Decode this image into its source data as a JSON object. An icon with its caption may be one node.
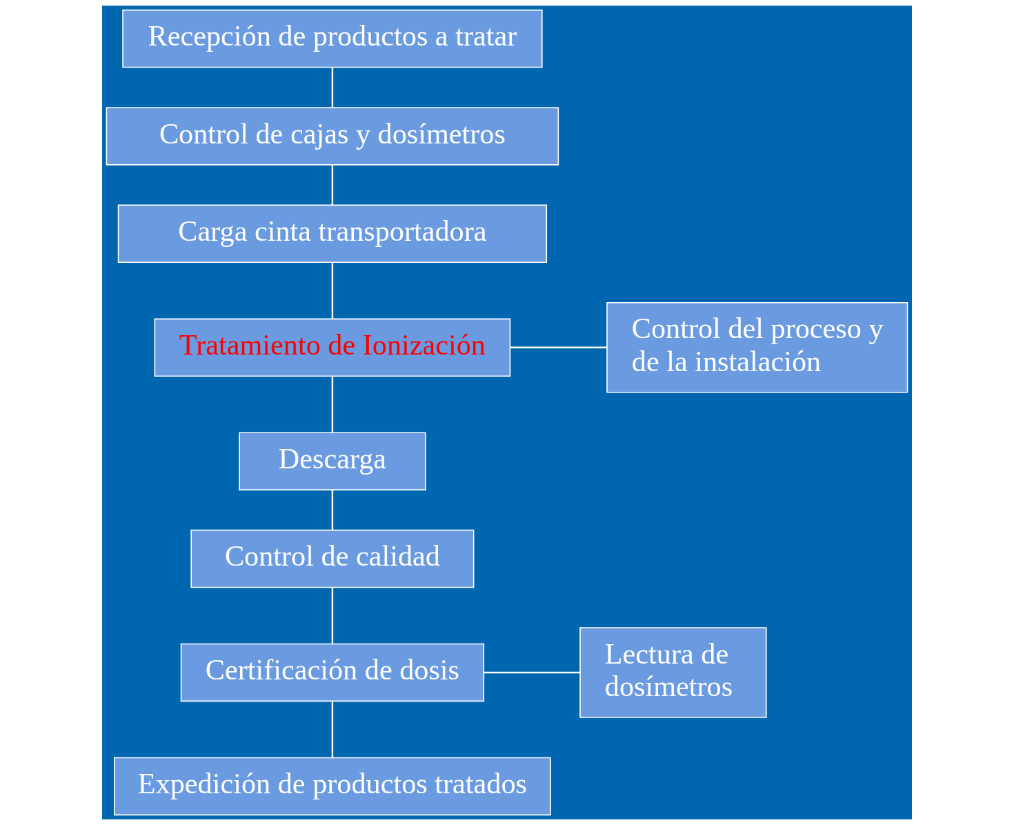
{
  "diagram": {
    "nodes": [
      {
        "text": [
          "Recepción de productos a tratar"
        ]
      },
      {
        "text": [
          "Control de cajas y dosímetros"
        ]
      },
      {
        "text": [
          "Carga cinta transportadora"
        ]
      },
      {
        "text": [
          "Tratamiento de Ionización"
        ]
      },
      {
        "text": [
          "Descarga"
        ]
      },
      {
        "text": [
          "Control de calidad"
        ]
      },
      {
        "text": [
          "Certificación de dosis"
        ]
      },
      {
        "text": [
          "Expedición de productos tratados"
        ]
      },
      {
        "text": [
          "Control del proceso y de la instalación"
        ]
      },
      {
        "text": [
          "Lectura de dosímetros"
        ]
      }
    ],
    "edges": [
      {
        "from": 0,
        "to": 1,
        "arrow": "none"
      },
      {
        "from": 1,
        "to": 2,
        "arrow": "none"
      },
      {
        "from": 2,
        "to": 3,
        "arrow": "none"
      },
      {
        "from": 3,
        "to": 4,
        "arrow": "none"
      },
      {
        "from": 4,
        "to": 5,
        "arrow": "none"
      },
      {
        "from": 5,
        "to": 6,
        "arrow": "none"
      },
      {
        "from": 6,
        "to": 7,
        "arrow": "none"
      },
      {
        "from": 3,
        "to": 8,
        "arrow": "none"
      },
      {
        "from": 6,
        "to": 9,
        "arrow": "none"
      }
    ]
  }
}
